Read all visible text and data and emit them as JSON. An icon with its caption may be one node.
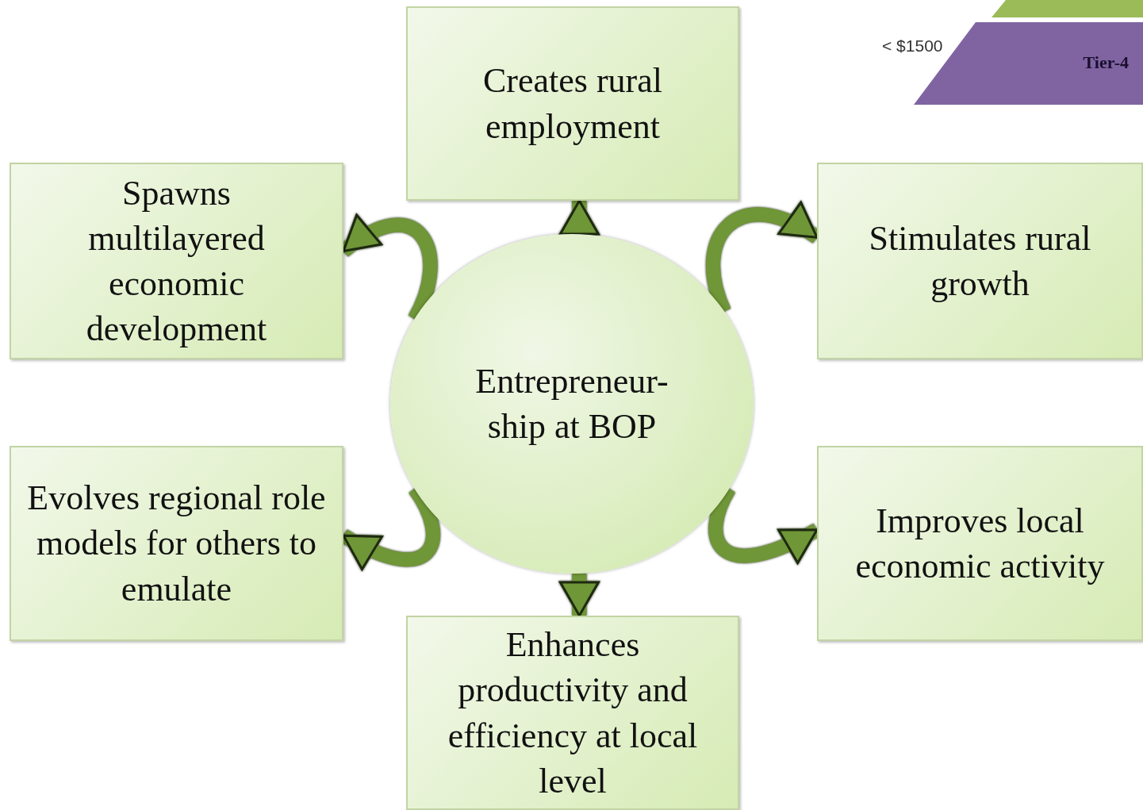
{
  "diagram": {
    "nodes": [
      {
        "text": [
          "Entrepreneur- ship at BOP"
        ]
      },
      {
        "text": [
          "Creates rural employment"
        ]
      },
      {
        "text": [
          "Stimulates rural growth"
        ]
      },
      {
        "text": [
          "Improves local economic activity"
        ]
      },
      {
        "text": [
          "Enhances productivity and efficiency at local level"
        ]
      },
      {
        "text": [
          "Evolves regional role models for others to emulate"
        ]
      },
      {
        "text": [
          "Spawns multilayered economic development"
        ]
      },
      {
        "text": [
          "Tier-4"
        ],
        "beside": [
          "< $1500"
        ]
      },
      {
        "text": [],
        "shape": "bar"
      }
    ],
    "edges": [
      {
        "from": 0,
        "to": 1,
        "arrow": "to"
      },
      {
        "from": 0,
        "to": 2,
        "arrow": "to"
      },
      {
        "from": 0,
        "to": 3,
        "arrow": "to"
      },
      {
        "from": 0,
        "to": 4,
        "arrow": "to"
      },
      {
        "from": 0,
        "to": 5,
        "arrow": "to"
      },
      {
        "from": 0,
        "to": 6,
        "arrow": "to"
      }
    ]
  }
}
